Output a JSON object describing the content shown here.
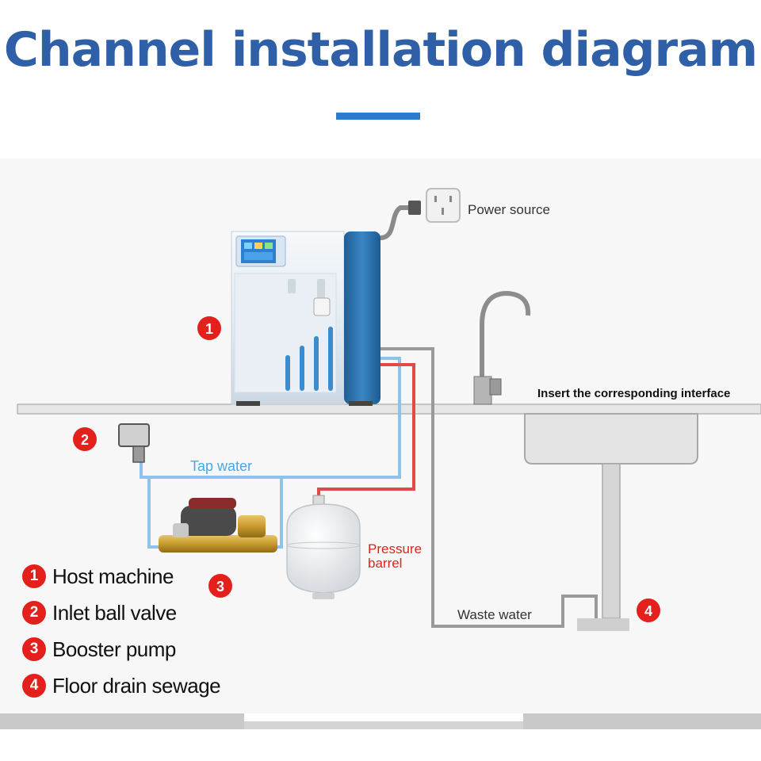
{
  "title": "Channel installation diagram",
  "labels": {
    "power_source": "Power source",
    "insert_interface": "Insert the corresponding interface",
    "tap_water": "Tap water",
    "pressure_barrel_line1": "Pressure",
    "pressure_barrel_line2": "barrel",
    "waste_water": "Waste water"
  },
  "markers": [
    "1",
    "2",
    "3",
    "4"
  ],
  "legend": [
    {
      "num": "1",
      "text": "Host machine"
    },
    {
      "num": "2",
      "text": "Inlet ball valve"
    },
    {
      "num": "3",
      "text": "Booster pump"
    },
    {
      "num": "4",
      "text": "Floor drain sewage"
    }
  ],
  "colors": {
    "title": "#2e5fa7",
    "accent": "#2b7bd0",
    "marker": "#e3201b",
    "tap_water_pipe": "#8fc4ea",
    "pressure_pipe": "#e24a4a",
    "waste_pipe": "#9a9a9a",
    "machine_body": "#2f70a8"
  }
}
